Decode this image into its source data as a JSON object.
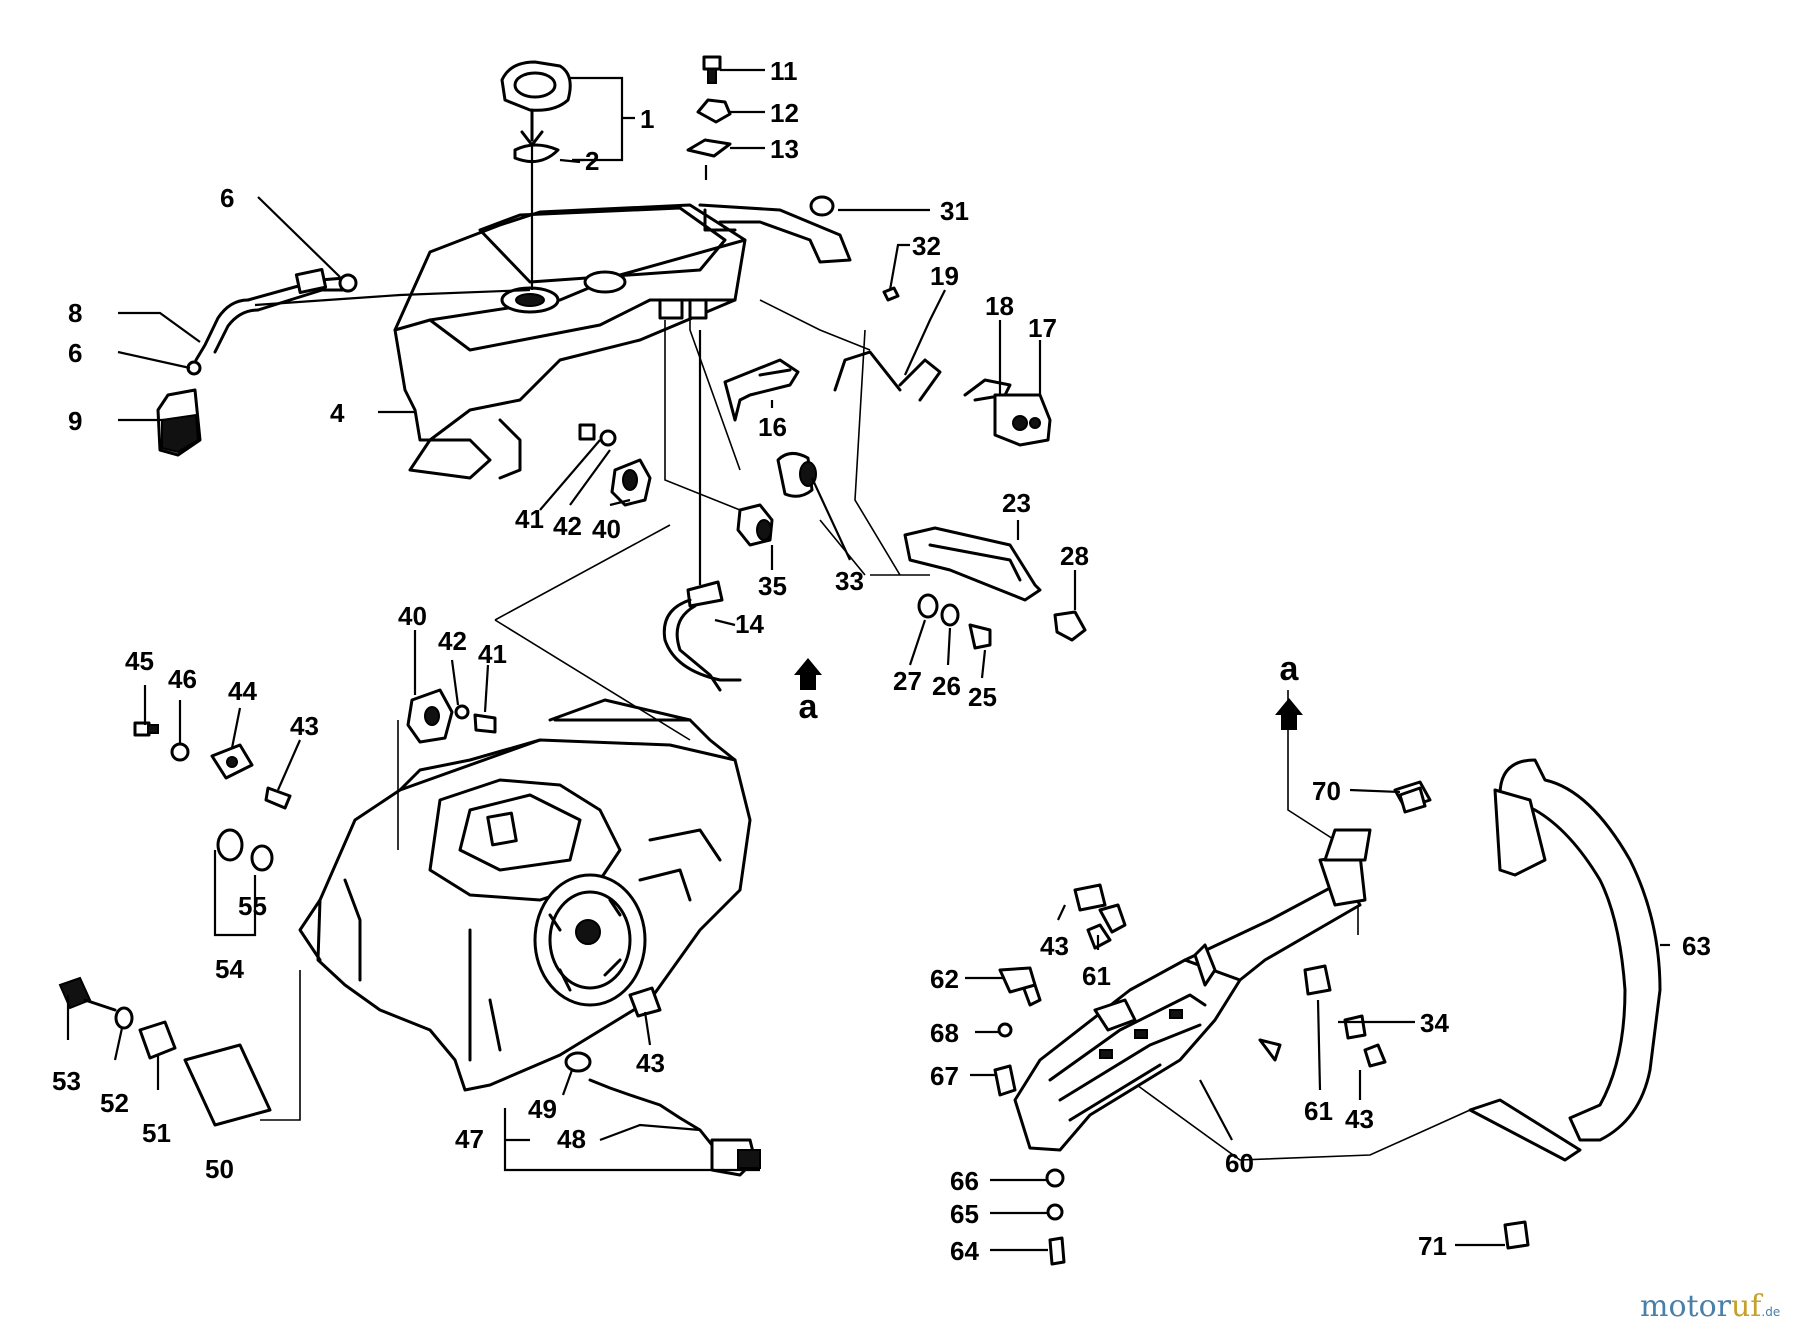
{
  "diagram": {
    "callouts": [
      "1",
      "2",
      "4",
      "6",
      "6",
      "8",
      "9",
      "11",
      "12",
      "13",
      "14",
      "16",
      "17",
      "18",
      "19",
      "23",
      "25",
      "26",
      "27",
      "28",
      "31",
      "32",
      "33",
      "34",
      "35",
      "40",
      "40",
      "41",
      "41",
      "42",
      "42",
      "43",
      "43",
      "43",
      "43",
      "44",
      "45",
      "46",
      "47",
      "48",
      "49",
      "50",
      "51",
      "52",
      "53",
      "54",
      "55",
      "60",
      "61",
      "61",
      "62",
      "63",
      "64",
      "65",
      "66",
      "67",
      "68",
      "70",
      "71"
    ],
    "direction_markers": [
      "a",
      "a"
    ]
  },
  "watermark": {
    "part1": "motor",
    "part2": "uf",
    "suffix": ".de"
  }
}
